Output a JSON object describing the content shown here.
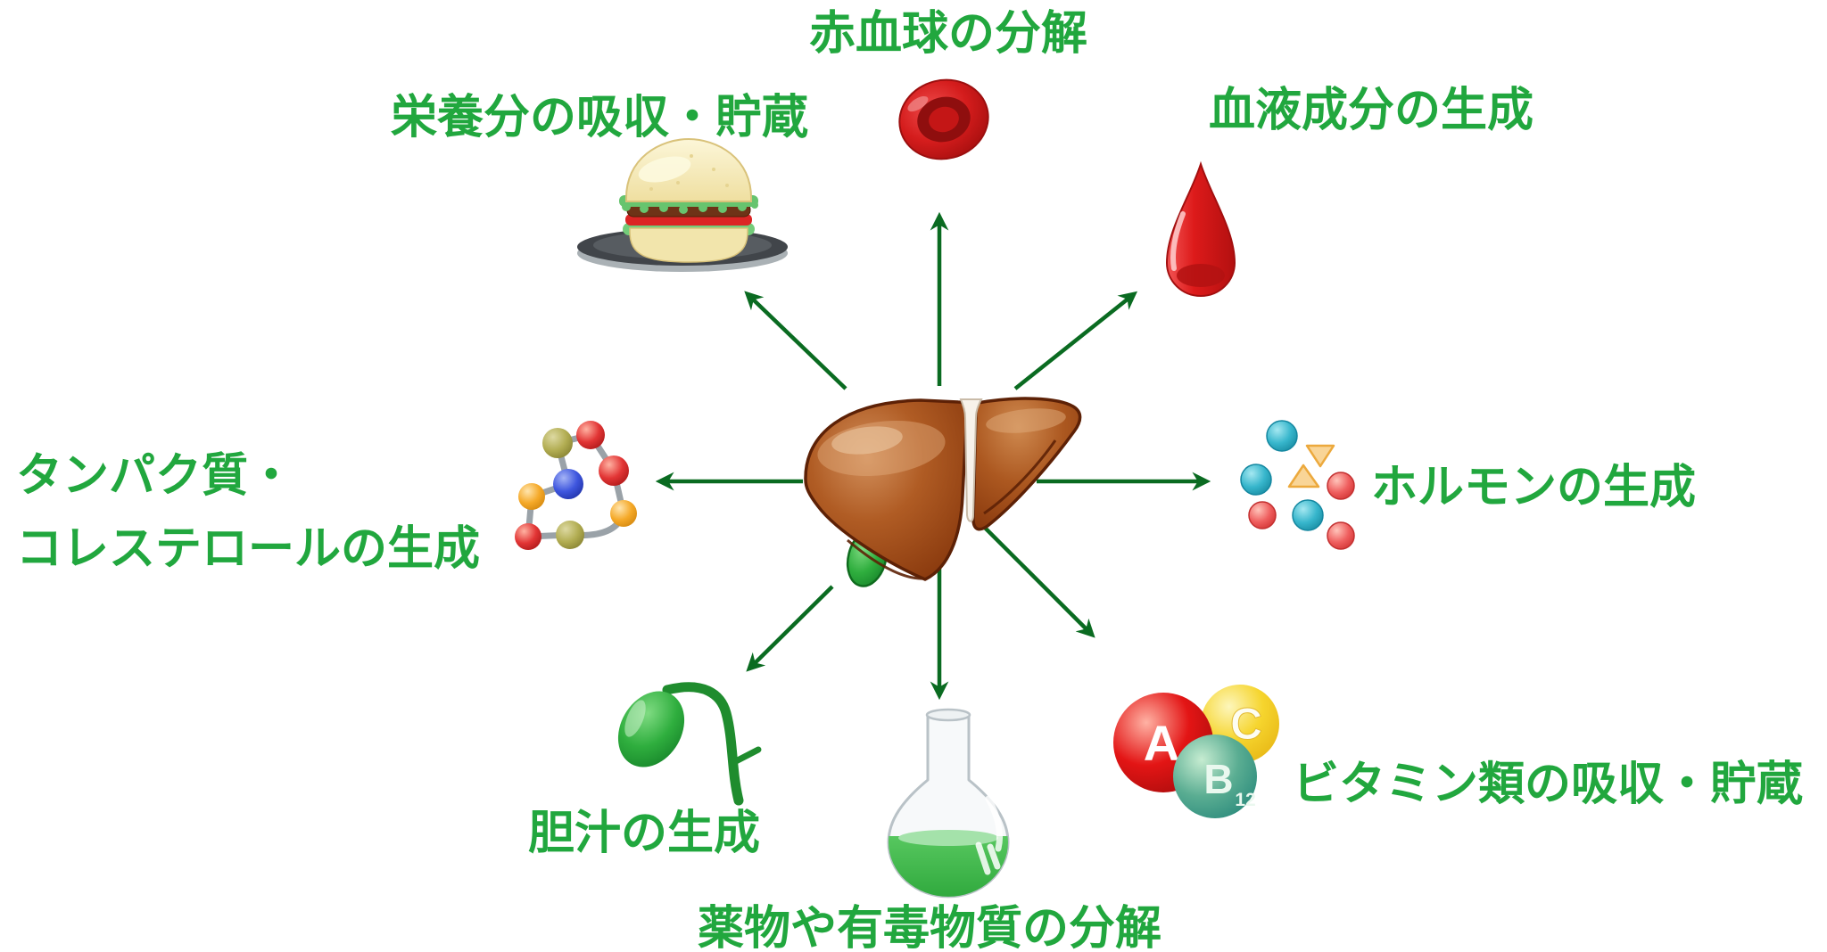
{
  "diagram": {
    "subject": "liver-functions",
    "labels": {
      "top": "赤血球の分解",
      "top_left": "栄養分の吸収・貯蔵",
      "top_right": "血液成分の生成",
      "left_line1": "タンパク質・",
      "left_line2": "コレステロールの生成",
      "right": "ホルモンの生成",
      "bottom_left": "胆汁の生成",
      "bottom": "薬物や有毒物質の分解",
      "bottom_right": "ビタミン類の吸収・貯蔵"
    },
    "vitamins": {
      "a": "A",
      "c": "C",
      "b": "B",
      "b_subscript": "12"
    },
    "icons": [
      "liver-icon",
      "red-blood-cell-icon",
      "hamburger-plate-icon",
      "blood-drop-icon",
      "protein-molecule-icon",
      "hormone-particles-icon",
      "gallbladder-icon",
      "flask-icon",
      "vitamins-icon"
    ],
    "colors": {
      "label_green": "#21a73e",
      "arrow_green": "#0a6b21",
      "liver_brown": "#a8531d",
      "blood_red": "#d41c1c",
      "bile_green": "#2fae3e",
      "hormone_cyan": "#37b6cc",
      "hormone_salmon": "#ef5f5f",
      "vitamin_red": "#e31515",
      "vitamin_yellow": "#f6d52e",
      "vitamin_teal": "#3f9e8b"
    }
  }
}
